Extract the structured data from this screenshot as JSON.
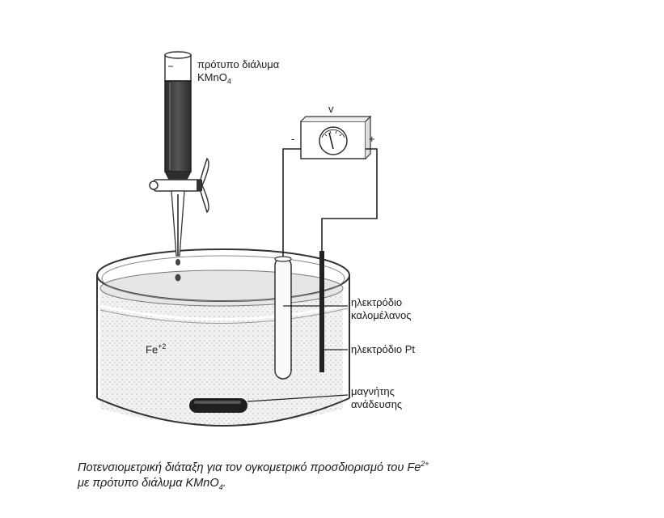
{
  "diagram": {
    "burette_label_line1": "πρότυπο διάλυμα",
    "burette_label_line2": "KMnO",
    "burette_label_sub": "4",
    "voltmeter_label": "v",
    "minus_sign": "-",
    "plus_sign": "+",
    "solution_label": "Fe",
    "solution_label_sup": "+2",
    "calomel_label_line1": "ηλεκτρόδιο",
    "calomel_label_line2": "καλομέλανος",
    "pt_label": "ηλεκτρόδιο Pt",
    "stirrer_label_line1": "μαγνήτης",
    "stirrer_label_line2": "ανάδευσης"
  },
  "caption": {
    "line1_text": "Ποτενσιομετρική διάταξη για τον ογκομετρικό προσδιορισμό του Fe",
    "line1_sup": "2+",
    "line2_text": "με πρότυπο διάλυμα KMnO",
    "line2_sub": "4",
    "line2_end": "."
  }
}
